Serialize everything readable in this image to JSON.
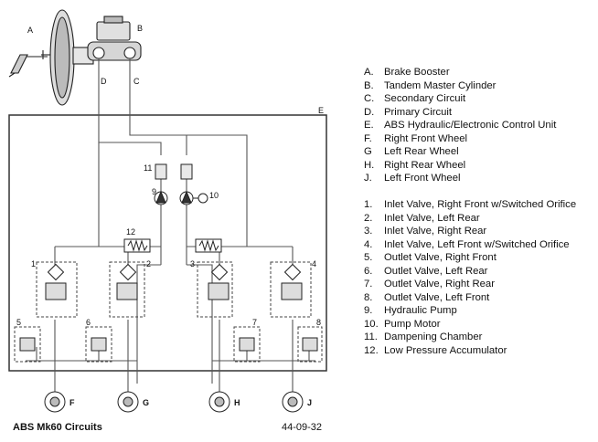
{
  "diagram": {
    "tags": {
      "A": "A",
      "B": "B",
      "C": "C",
      "D": "D",
      "E": "E",
      "F": "F",
      "G": "G",
      "H": "H",
      "J": "J",
      "n1": "1",
      "n2": "2",
      "n3": "3",
      "n4": "4",
      "n5": "5",
      "n6": "6",
      "n7": "7",
      "n8": "8",
      "n9": "9",
      "n10": "10",
      "n11": "11",
      "n12": "12"
    }
  },
  "legend": {
    "letters": [
      {
        "key": "A.",
        "text": "Brake Booster"
      },
      {
        "key": "B.",
        "text": "Tandem Master Cylinder"
      },
      {
        "key": "C.",
        "text": "Secondary Circuit"
      },
      {
        "key": "D.",
        "text": "Primary Circuit"
      },
      {
        "key": "E.",
        "text": "ABS Hydraulic/Electronic Control Unit"
      },
      {
        "key": "F.",
        "text": "Right Front Wheel"
      },
      {
        "key": "G",
        "text": "Left Rear Wheel"
      },
      {
        "key": "H.",
        "text": "Right Rear Wheel"
      },
      {
        "key": "J.",
        "text": "Left Front Wheel"
      }
    ],
    "numbers": [
      {
        "key": "1.",
        "text": "Inlet Valve, Right Front w/Switched Orifice"
      },
      {
        "key": "2.",
        "text": "Inlet Valve, Left Rear"
      },
      {
        "key": "3.",
        "text": "Inlet Valve, Right Rear"
      },
      {
        "key": "4.",
        "text": "Inlet Valve, Left Front w/Switched Orifice"
      },
      {
        "key": "5.",
        "text": "Outlet Valve, Right Front"
      },
      {
        "key": "6.",
        "text": "Outlet Valve, Left Rear"
      },
      {
        "key": "7.",
        "text": "Outlet Valve, Right Rear"
      },
      {
        "key": "8.",
        "text": "Outlet Valve, Left Front"
      },
      {
        "key": "9.",
        "text": "Hydraulic Pump"
      },
      {
        "key": "10.",
        "text": "Pump Motor"
      },
      {
        "key": "11.",
        "text": "Dampening Chamber"
      },
      {
        "key": "12.",
        "text": "Low Pressure Accumulator"
      }
    ]
  },
  "caption": {
    "left": "ABS Mk60 Circuits",
    "right": "44-09-32"
  }
}
